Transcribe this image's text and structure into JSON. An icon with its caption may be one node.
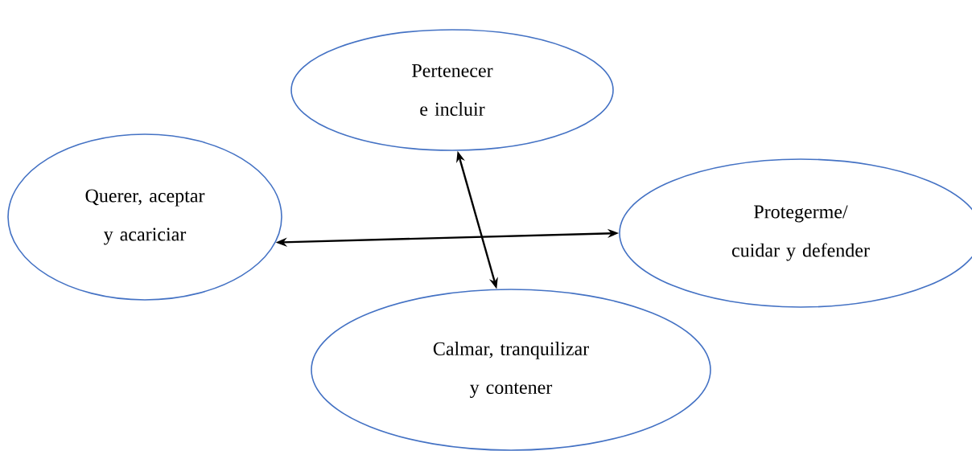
{
  "diagram": {
    "nodes": [
      {
        "text": [
          "Pertenecer e incluir"
        ]
      },
      {
        "text": [
          "Querer, aceptar y acariciar"
        ]
      },
      {
        "text": [
          "Protegerme/ cuidar y defender"
        ]
      },
      {
        "text": [
          "Calmar, tranquilizar y contener"
        ]
      }
    ],
    "edges": [
      {
        "from": 1,
        "to": 2,
        "arrow": "both"
      },
      {
        "from": 0,
        "to": 3,
        "arrow": "both"
      }
    ]
  }
}
